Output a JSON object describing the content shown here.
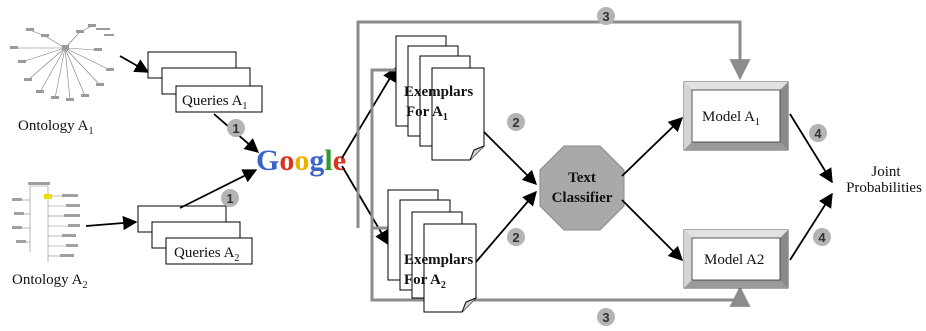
{
  "ontologies": {
    "a1": {
      "label": "Ontology A",
      "sub": "1"
    },
    "a2": {
      "label": "Ontology A",
      "sub": "2"
    }
  },
  "queries": {
    "a1": {
      "label": "Queries A",
      "sub": "1"
    },
    "a2": {
      "label": "Queries A",
      "sub": "2"
    }
  },
  "search_engine": {
    "letters": [
      "G",
      "o",
      "o",
      "g",
      "l",
      "e"
    ],
    "colors": [
      "#3b64c8",
      "#d8341f",
      "#e8b300",
      "#3b64c8",
      "#2f9a35",
      "#d8341f"
    ]
  },
  "exemplars": {
    "a1": {
      "line1": "Exemplars",
      "line2": "For A",
      "sub": "1"
    },
    "a2": {
      "line1": "Exemplars",
      "line2": "For A",
      "sub": "2"
    }
  },
  "classifier": {
    "line1": "Text",
    "line2": "Classifier"
  },
  "models": {
    "a1": {
      "label": "Model A",
      "sub": "1"
    },
    "a2": {
      "label": "Model A2"
    }
  },
  "output": {
    "line1": "Joint",
    "line2": "Probabilities"
  },
  "step_numbers": {
    "query_to_search_top": "1",
    "query_to_search_bottom": "1",
    "exemplar_to_classifier_top": "2",
    "exemplar_to_classifier_bottom": "2",
    "bypass_top": "3",
    "bypass_bottom": "3",
    "model_to_output_top": "4",
    "model_to_output_bottom": "4"
  },
  "colors": {
    "bypass_line": "#8c8c8c",
    "badge_fill": "#b4b4b4",
    "classifier_fill": "#a9a9a9",
    "model_frame": "#bfbfbf",
    "arrow": "#000000"
  }
}
